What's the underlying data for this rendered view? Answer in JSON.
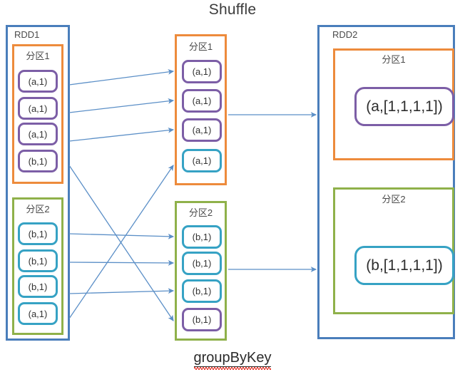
{
  "diagram": {
    "top_title": "Shuffle",
    "bottom_title": "groupByKey",
    "colors": {
      "rdd_border": "#4A7EBB",
      "partition1_border": "#ED8B3C",
      "partition2_border": "#8FB14A",
      "cell_purple": "#7C5EA6",
      "cell_cyan": "#36A2C4",
      "arrow": "#5B8FC7",
      "spellcheck_underline": "#E8392F"
    }
  },
  "rdd1": {
    "label": "RDD1",
    "partitions": [
      {
        "label": "分区1",
        "style": "orange",
        "cells": [
          {
            "text": "(a,1)",
            "color": "purple"
          },
          {
            "text": "(a,1)",
            "color": "purple"
          },
          {
            "text": "(a,1)",
            "color": "purple"
          },
          {
            "text": "(b,1)",
            "color": "purple"
          }
        ]
      },
      {
        "label": "分区2",
        "style": "green",
        "cells": [
          {
            "text": "(b,1)",
            "color": "cyan"
          },
          {
            "text": "(b,1)",
            "color": "cyan"
          },
          {
            "text": "(b,1)",
            "color": "cyan"
          },
          {
            "text": "(a,1)",
            "color": "cyan"
          }
        ]
      }
    ]
  },
  "shuffle": {
    "partitions": [
      {
        "label": "分区1",
        "style": "orange",
        "cells": [
          {
            "text": "(a,1)",
            "color": "purple"
          },
          {
            "text": "(a,1)",
            "color": "purple"
          },
          {
            "text": "(a,1)",
            "color": "purple"
          },
          {
            "text": "(a,1)",
            "color": "cyan"
          }
        ]
      },
      {
        "label": "分区2",
        "style": "green",
        "cells": [
          {
            "text": "(b,1)",
            "color": "cyan"
          },
          {
            "text": "(b,1)",
            "color": "cyan"
          },
          {
            "text": "(b,1)",
            "color": "cyan"
          },
          {
            "text": "(b,1)",
            "color": "purple"
          }
        ]
      }
    ]
  },
  "rdd2": {
    "label": "RDD2",
    "partitions": [
      {
        "label": "分区1",
        "style": "orange",
        "result": {
          "text": "(a,[1,1,1,1])",
          "color": "purple"
        }
      },
      {
        "label": "分区2",
        "style": "green",
        "result": {
          "text": "(b,[1,1,1,1])",
          "color": "cyan"
        }
      }
    ]
  }
}
